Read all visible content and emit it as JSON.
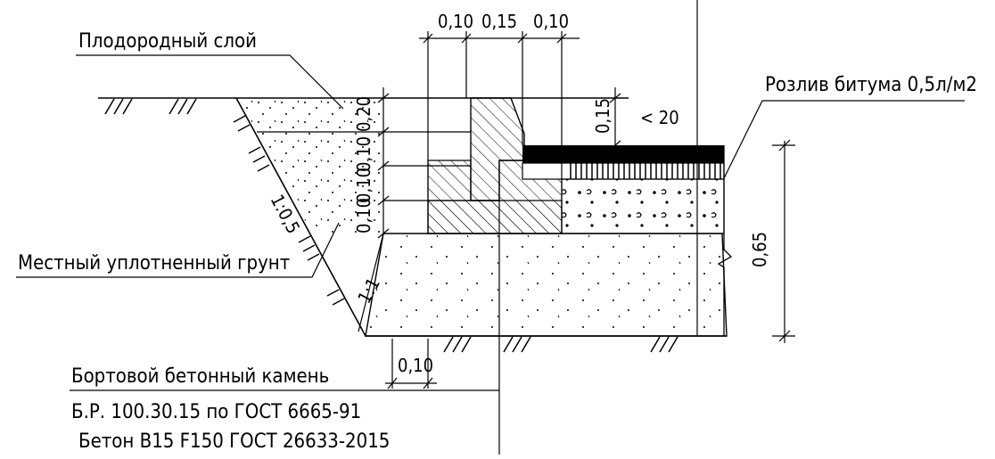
{
  "labels": {
    "fertile_layer": "Плодородный слой",
    "bitumen_spill": "Розлив битума 0,5л/м2",
    "local_soil": "Местный уплотненный грунт",
    "curb_line1": "Бортовой бетонный камень",
    "curb_line2": "Б.Р. 100.30.15 по ГОСТ 6665-91",
    "curb_line3": "Бетон В15 F150 ГОСТ 26633-2015"
  },
  "dimensions": {
    "top_left": "0,10",
    "top_mid": "0,15",
    "top_right": "0,10",
    "layer_1": "0,20",
    "layer_2": "0,10",
    "layer_3": "0,10",
    "layer_4": "0,10",
    "curb_height": "0,15",
    "curb_reveal": "< 20",
    "total_depth": "0,65",
    "bottom_width": "0,10",
    "slope_steep": "1:0,5",
    "slope_base": "1:1"
  }
}
